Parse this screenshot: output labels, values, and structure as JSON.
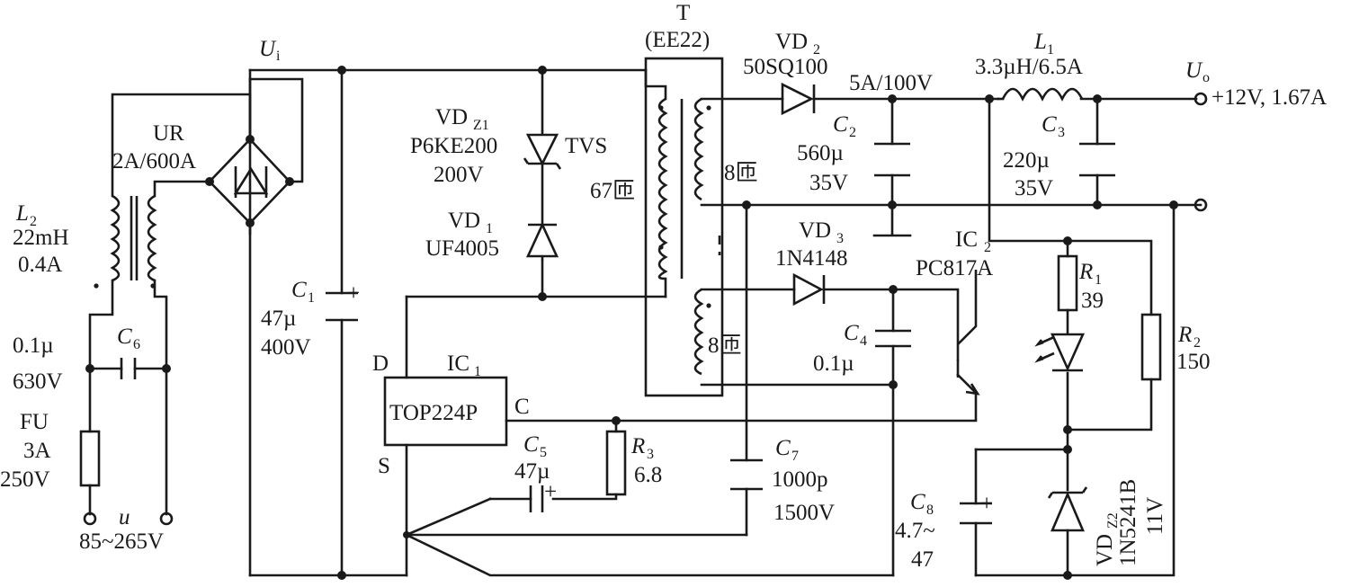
{
  "nodes": {
    "ui_label": "U",
    "ui_sub": "i",
    "uo_label": "U",
    "uo_sub": "o",
    "output_rating": "+12V, 1.67A",
    "input_label": "u",
    "input_range": "85~265V"
  },
  "components": {
    "UR": {
      "name": "UR",
      "rating": "2A/600A"
    },
    "L2": {
      "name": "L",
      "sub": "2",
      "value": "22mH",
      "rating": "0.4A"
    },
    "C6": {
      "name": "C",
      "sub": "6",
      "value": "0.1µ",
      "rating": "630V"
    },
    "FU": {
      "name": "FU",
      "value": "3A",
      "rating": "250V"
    },
    "C1": {
      "name": "C",
      "sub": "1",
      "value": "47µ",
      "rating": "400V"
    },
    "VDZ1": {
      "name": "VD",
      "sub": "Z1",
      "part": "P6KE200",
      "type": "TVS",
      "rating": "200V"
    },
    "VD1": {
      "name": "VD",
      "sub": "1",
      "part": "UF4005"
    },
    "T": {
      "name": "T",
      "core": "(EE22)",
      "primary_turns": "67匝",
      "secondary_turns": "8匝",
      "bias_turns": "8匝"
    },
    "VD2": {
      "name": "VD",
      "sub": "2",
      "part": "50SQ100",
      "rating": "5A/100V"
    },
    "C2": {
      "name": "C",
      "sub": "2",
      "value": "560µ",
      "rating": "35V"
    },
    "L1": {
      "name": "L",
      "sub": "1",
      "value": "3.3µH/6.5A"
    },
    "C3": {
      "name": "C",
      "sub": "3",
      "value": "220µ",
      "rating": "35V"
    },
    "VD3": {
      "name": "VD",
      "sub": "3",
      "part": "1N4148"
    },
    "IC2": {
      "name": "IC",
      "sub": "2",
      "part": "PC817A"
    },
    "C4": {
      "name": "C",
      "sub": "4",
      "value": "0.1µ"
    },
    "IC1": {
      "name": "IC",
      "sub": "1",
      "part": "TOP224P",
      "pin_d": "D",
      "pin_s": "S",
      "pin_c": "C"
    },
    "C5": {
      "name": "C",
      "sub": "5",
      "value": "47µ"
    },
    "R3": {
      "name": "R",
      "sub": "3",
      "value": "6.8"
    },
    "C7": {
      "name": "C",
      "sub": "7",
      "value": "1000p",
      "rating": "1500V"
    },
    "R1": {
      "name": "R",
      "sub": "1",
      "value": "39"
    },
    "R2": {
      "name": "R",
      "sub": "2",
      "value": "150"
    },
    "C8": {
      "name": "C",
      "sub": "8",
      "value": "4.7~",
      "value2": "47"
    },
    "VDZ2": {
      "name": "VD",
      "sub": "Z2",
      "part": "1N5241B",
      "rating": "11V"
    }
  },
  "symbols": {
    "plus": "+"
  }
}
